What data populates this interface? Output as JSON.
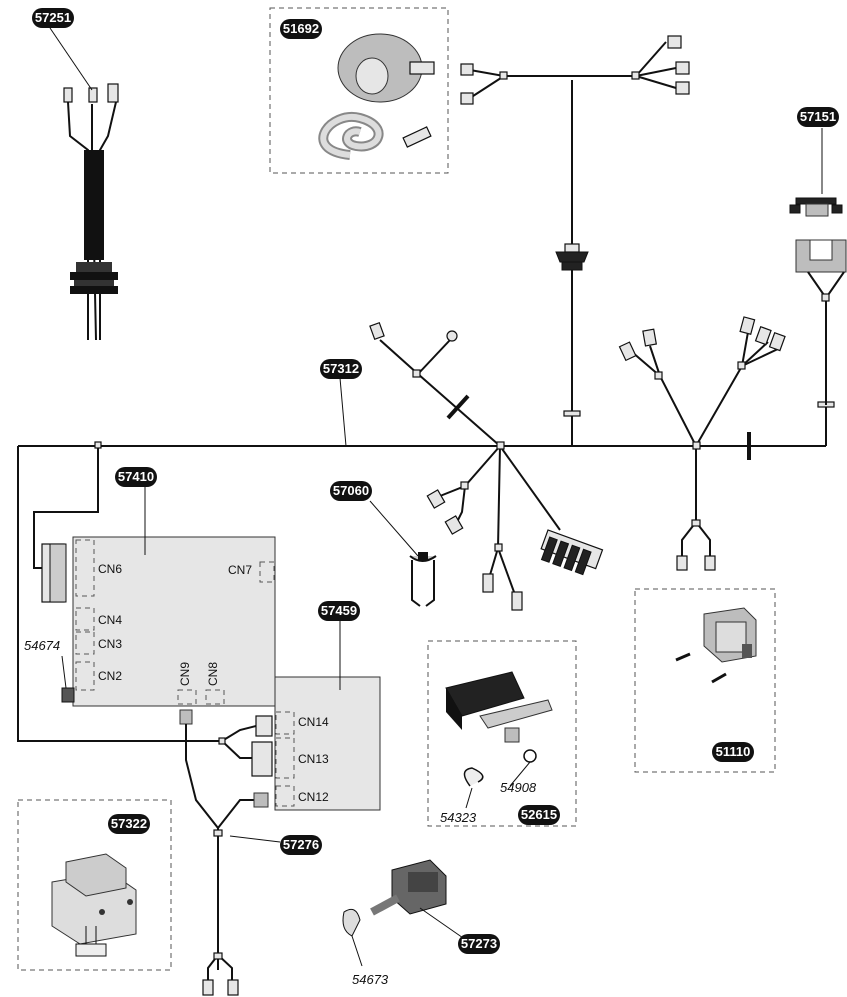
{
  "parts": {
    "p57251": "57251",
    "p51692": "51692",
    "p57151": "57151",
    "p57312": "57312",
    "p57410": "57410",
    "p57060": "57060",
    "p57459": "57459",
    "p54674": "54674",
    "p52615": "52615",
    "p54908": "54908",
    "p54323": "54323",
    "p51110": "51110",
    "p57322": "57322",
    "p57276": "57276",
    "p57273": "57273",
    "p54673": "54673"
  },
  "connectors": {
    "cn6": "CN6",
    "cn7": "CN7",
    "cn4": "CN4",
    "cn3": "CN3",
    "cn2": "CN2",
    "cn9": "CN9",
    "cn8": "CN8",
    "cn14": "CN14",
    "cn13": "CN13",
    "cn12": "CN12"
  }
}
